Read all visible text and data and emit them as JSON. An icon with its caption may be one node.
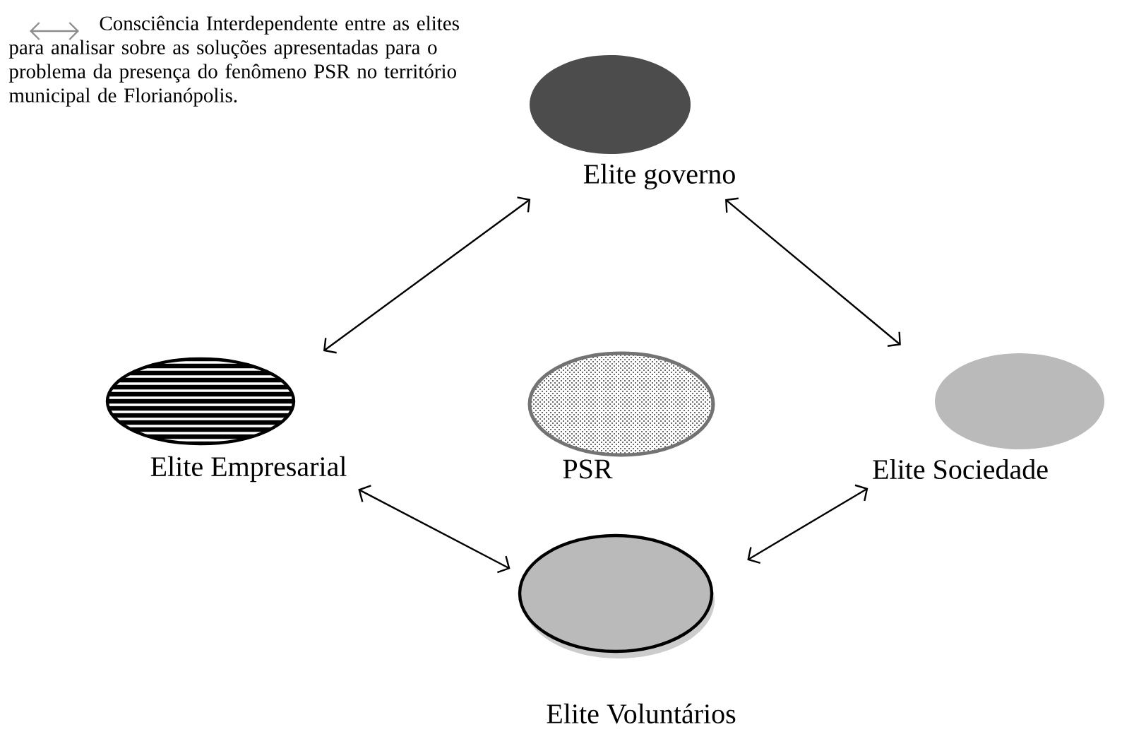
{
  "diagram": {
    "nodes": [
      {
        "text": [
          "Elite governo"
        ]
      },
      {
        "text": [
          "Elite Empresarial"
        ]
      },
      {
        "text": [
          "PSR"
        ]
      },
      {
        "text": [
          "Elite Sociedade"
        ]
      },
      {
        "text": [
          "Elite Voluntários"
        ]
      }
    ],
    "edges": [
      {
        "from": 0,
        "to": 1,
        "arrow": "both"
      },
      {
        "from": 0,
        "to": 3,
        "arrow": "both"
      },
      {
        "from": 1,
        "to": 4,
        "arrow": "both"
      },
      {
        "from": 4,
        "to": 3,
        "arrow": "both"
      }
    ],
    "legend": [
      {
        "text": "Consciência Interdependente entre as elites para analisar sobre as soluções apresentadas para o problema da presença do fenômeno PSR no território municipal de Florianópolis."
      }
    ]
  }
}
